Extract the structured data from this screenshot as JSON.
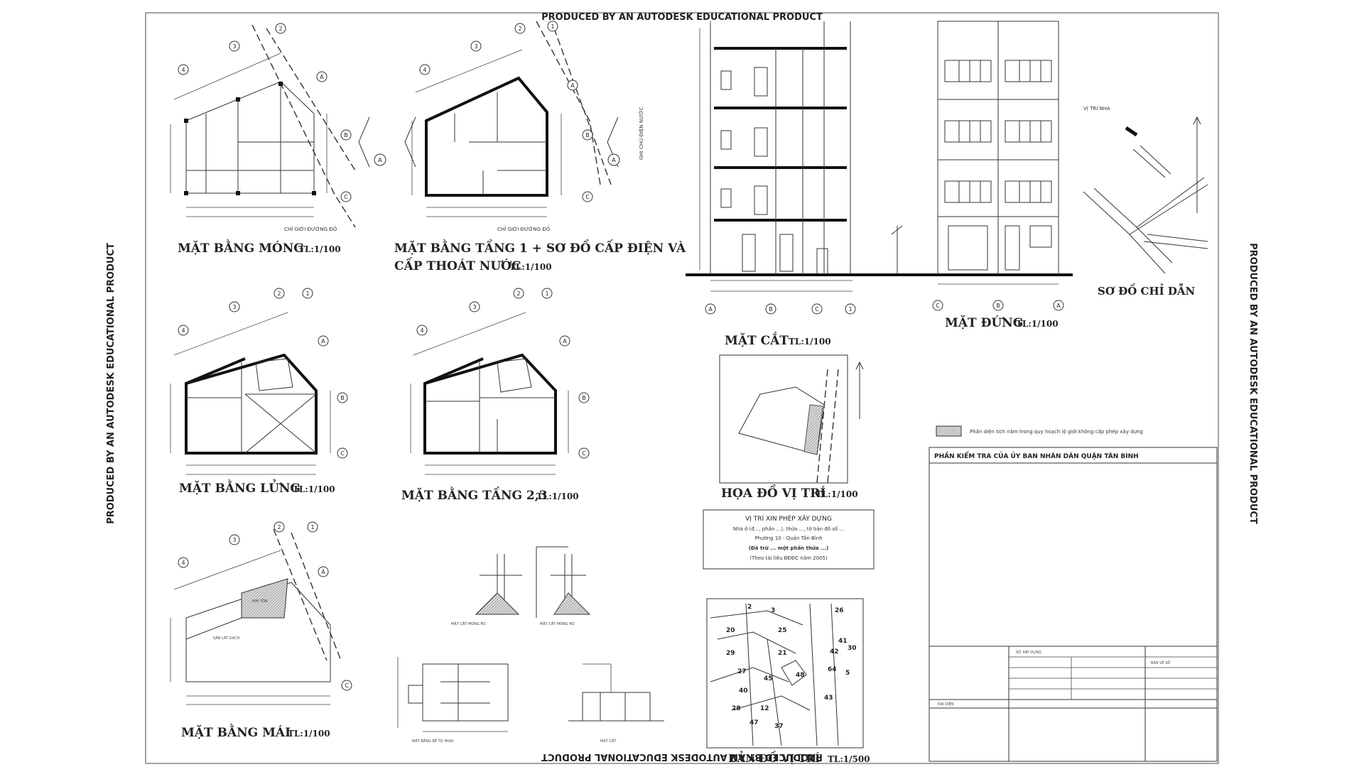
{
  "watermark": {
    "top": "PRODUCED BY AN AUTODESK EDUCATIONAL PRODUCT",
    "bottom": "PRODUCED BY AN AUTODESK EDUCATIONAL PRODUCT",
    "left": "PRODUCED BY AN AUTODESK EDUCATIONAL PRODUCT",
    "right": "PRODUCED BY AN AUTODESK EDUCATIONAL PRODUCT"
  },
  "drawings": {
    "foundation_plan": {
      "title": "MẶT BẰNG MÓNG",
      "scale": "TL:1/100"
    },
    "floor1_plan": {
      "title_line1": "MẶT BẰNG TẦNG 1 + SƠ ĐỒ CẤP ĐIỆN VÀ",
      "title_line2": "CẤP THOÁT NƯỚC",
      "scale": "TL:1/100"
    },
    "section": {
      "title": "MẶT CẮT",
      "scale": "TL:1/100"
    },
    "elevation": {
      "title": "MẶT ĐỨNG",
      "scale": "TL:1/100"
    },
    "direction_map": {
      "title": "SƠ ĐỒ CHỈ DẪN"
    },
    "mezzanine_plan": {
      "title": "MẶT BẰNG LỬNG",
      "scale": "TL:1/100"
    },
    "floor23_plan": {
      "title": "MẶT BẰNG TẦNG 2,3",
      "scale": "TL:1/100"
    },
    "site_location": {
      "title": "HỌA ĐỒ VỊ TRÍ",
      "scale": "TL:1/100"
    },
    "roof_plan": {
      "title": "MẶT BẰNG MÁI",
      "scale": "TL:1/100"
    },
    "location_map": {
      "title": "BẢN ĐỒ VỊ TRÍ",
      "scale": "TL:1/500"
    }
  },
  "permit_box": {
    "line1": "VỊ TRÍ XIN PHÉP XÂY DỰNG",
    "line2": "Nhà ở (đ..., phần ...), thửa ..., tờ bản đồ số ...",
    "line3": "Phường 10 - Quận Tân Bình",
    "line4": "(Đã trừ ... một phần thửa ...)",
    "line5": "(Theo tài liệu BĐĐC năm 2005)"
  },
  "legend": {
    "text": "Phần diện tích nằm trong quy hoạch lộ giới không cấp phép xây dựng"
  },
  "review": {
    "header": "PHẦN KIỂM TRA CỦA ỦY BAN NHÂN DÂN QUẬN TÂN BÌNH"
  },
  "map_lot_numbers": [
    "2",
    "3",
    "26",
    "20",
    "25",
    "41",
    "29",
    "21",
    "42",
    "27",
    "45",
    "30",
    "40",
    "64",
    "5",
    "28",
    "12",
    "43",
    "47",
    "37",
    "48"
  ],
  "colors": {
    "ink": "#111111",
    "frame": "#666666",
    "hatch": "#bdbdbd"
  }
}
